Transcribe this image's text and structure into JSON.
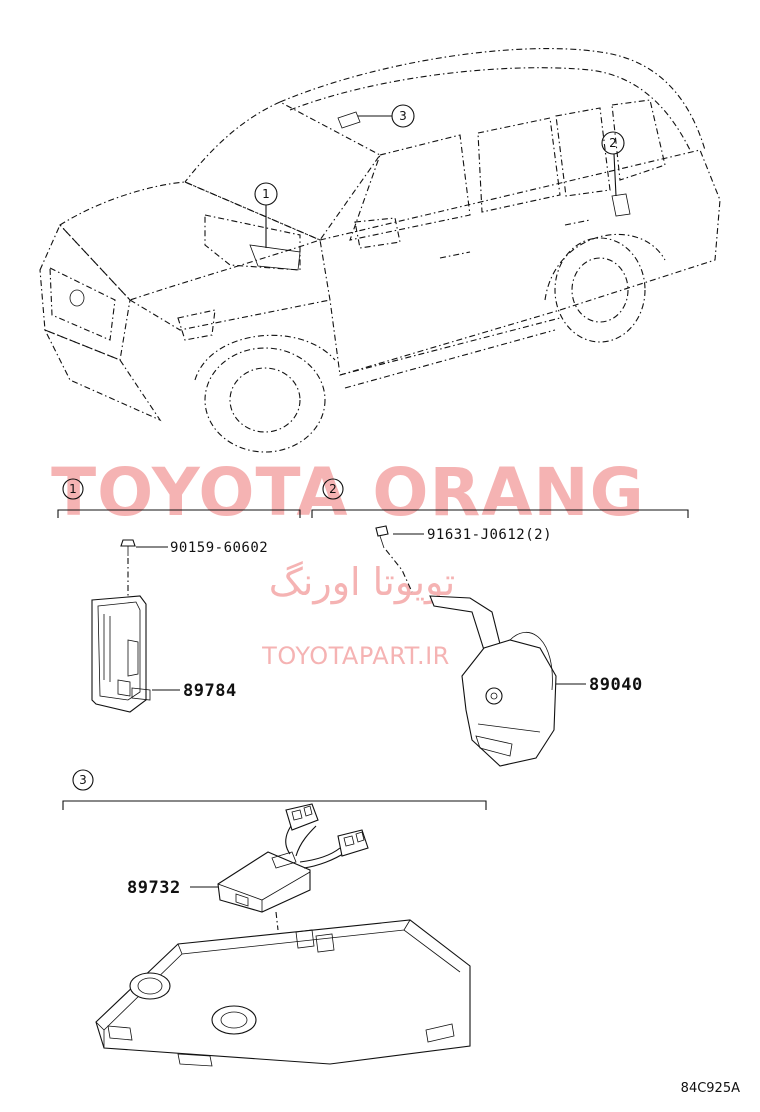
{
  "watermark": {
    "title": "TOYOTA ORANG",
    "farsi": "تویوتا اورنگ",
    "site": "TOYOTAPART.IR"
  },
  "callouts": {
    "c1": "1",
    "c2": "2",
    "c3": "3"
  },
  "sections": {
    "s1": {
      "number": "1",
      "bolt": "90159-60602",
      "part": "89784"
    },
    "s2": {
      "number": "2",
      "bolt": "91631-J0612(2)",
      "part": "89040"
    },
    "s3": {
      "number": "3",
      "part": "89732"
    }
  },
  "figure_code": "84C925A"
}
